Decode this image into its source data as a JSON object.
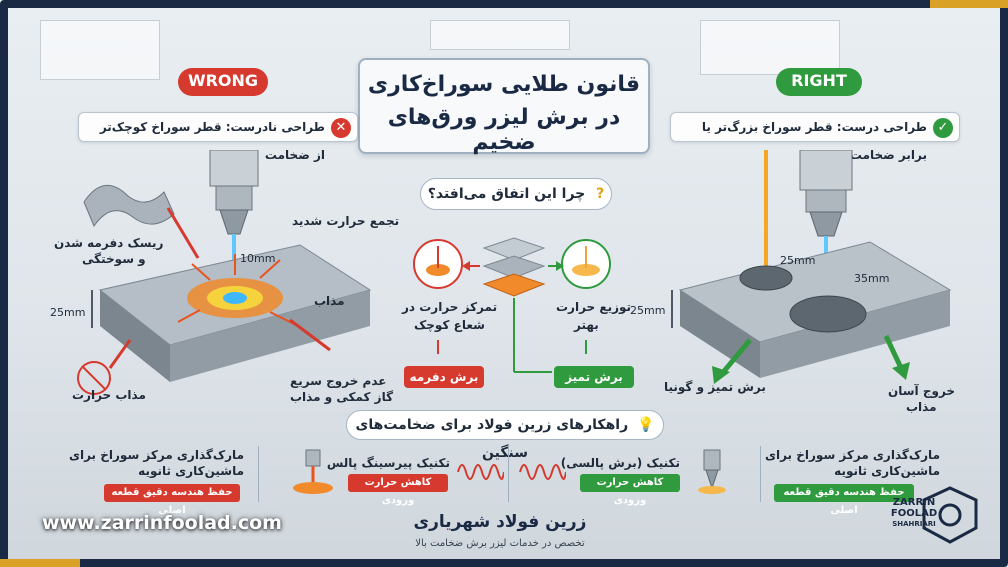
{
  "title": {
    "line1": "قانون طلایی سوراخ‌کاری",
    "line2": "در برش لیزر ورق‌های ضخیم"
  },
  "wrong": {
    "pill": "WRONG",
    "design": "طراحی نادرست: قطر سوراخ کوچک‌تر از ضخامت",
    "hole": "10mm",
    "thickness": "25mm",
    "heat_buildup": "تجمع حرارت شدید",
    "deform_risk_1": "ریسک دفرمه شدن",
    "deform_risk_2": "و سوختگی",
    "molten": "مذاب",
    "gas_1": "عدم خروج سریع",
    "gas_2": "گاز کمکی و مذاب",
    "molten_heat": "مذاب حرارت"
  },
  "right": {
    "pill": "RIGHT",
    "design": "طراحی درست: قطر سوراخ بزرگ‌تر یا برابر ضخامت",
    "hole1": "25mm",
    "hole2": "35mm",
    "thickness": "25mm",
    "clean_cut": "برش تمیز و گونیا",
    "easy_exit_1": "خروج آسان",
    "easy_exit_2": "مذاب"
  },
  "why": {
    "label": "چرا این اتفاق می‌افتد؟",
    "icon": "?",
    "left_1": "تمرکز حرارت در",
    "left_2": "شعاع کوچک",
    "left_tag": "برش دفرمه",
    "right_1": "توزیع حرارت",
    "right_2": "بهتر",
    "right_tag": "برش تمیز"
  },
  "solutions": {
    "title": "راهکارهای زرین فولاد برای ضخامت‌های سنگین",
    "items": [
      {
        "title_1": "مارک‌گذاری مرکز سوراخ برای",
        "title_2": "ماشین‌کاری ثانویه",
        "tag": "حفظ هندسه دقیق قطعه اصلی",
        "tag_color": "#d63a2f"
      },
      {
        "title_1": "تکنیک پیرسینگ پالس",
        "title_2": "",
        "tag": "کاهش حرارت ورودی",
        "tag_color": "#d63a2f"
      },
      {
        "title_1": "تکنیک (برش پالسی)",
        "title_2": "",
        "tag": "کاهش حرارت ورودی",
        "tag_color": "#2f9a3e"
      },
      {
        "title_1": "مارک‌گذاری مرکز سوراخ برای",
        "title_2": "ماشین‌کاری ثانویه",
        "tag": "حفظ هندسه دقیق قطعه اصلی",
        "tag_color": "#2f9a3e"
      }
    ]
  },
  "footer": {
    "website": "www.zarrinfoolad.com",
    "company": "زرین فولاد شهریاری",
    "subtitle": "تخصص در خدمات لیزر برش ضخامت بالا",
    "logo_1": "ZARRIN",
    "logo_2": "FOOLAD",
    "logo_3": "SHAHRIARI"
  },
  "colors": {
    "wrong": "#d63a2f",
    "right": "#2f9a3e",
    "navy": "#1a2a44",
    "gold": "#d9a227"
  }
}
